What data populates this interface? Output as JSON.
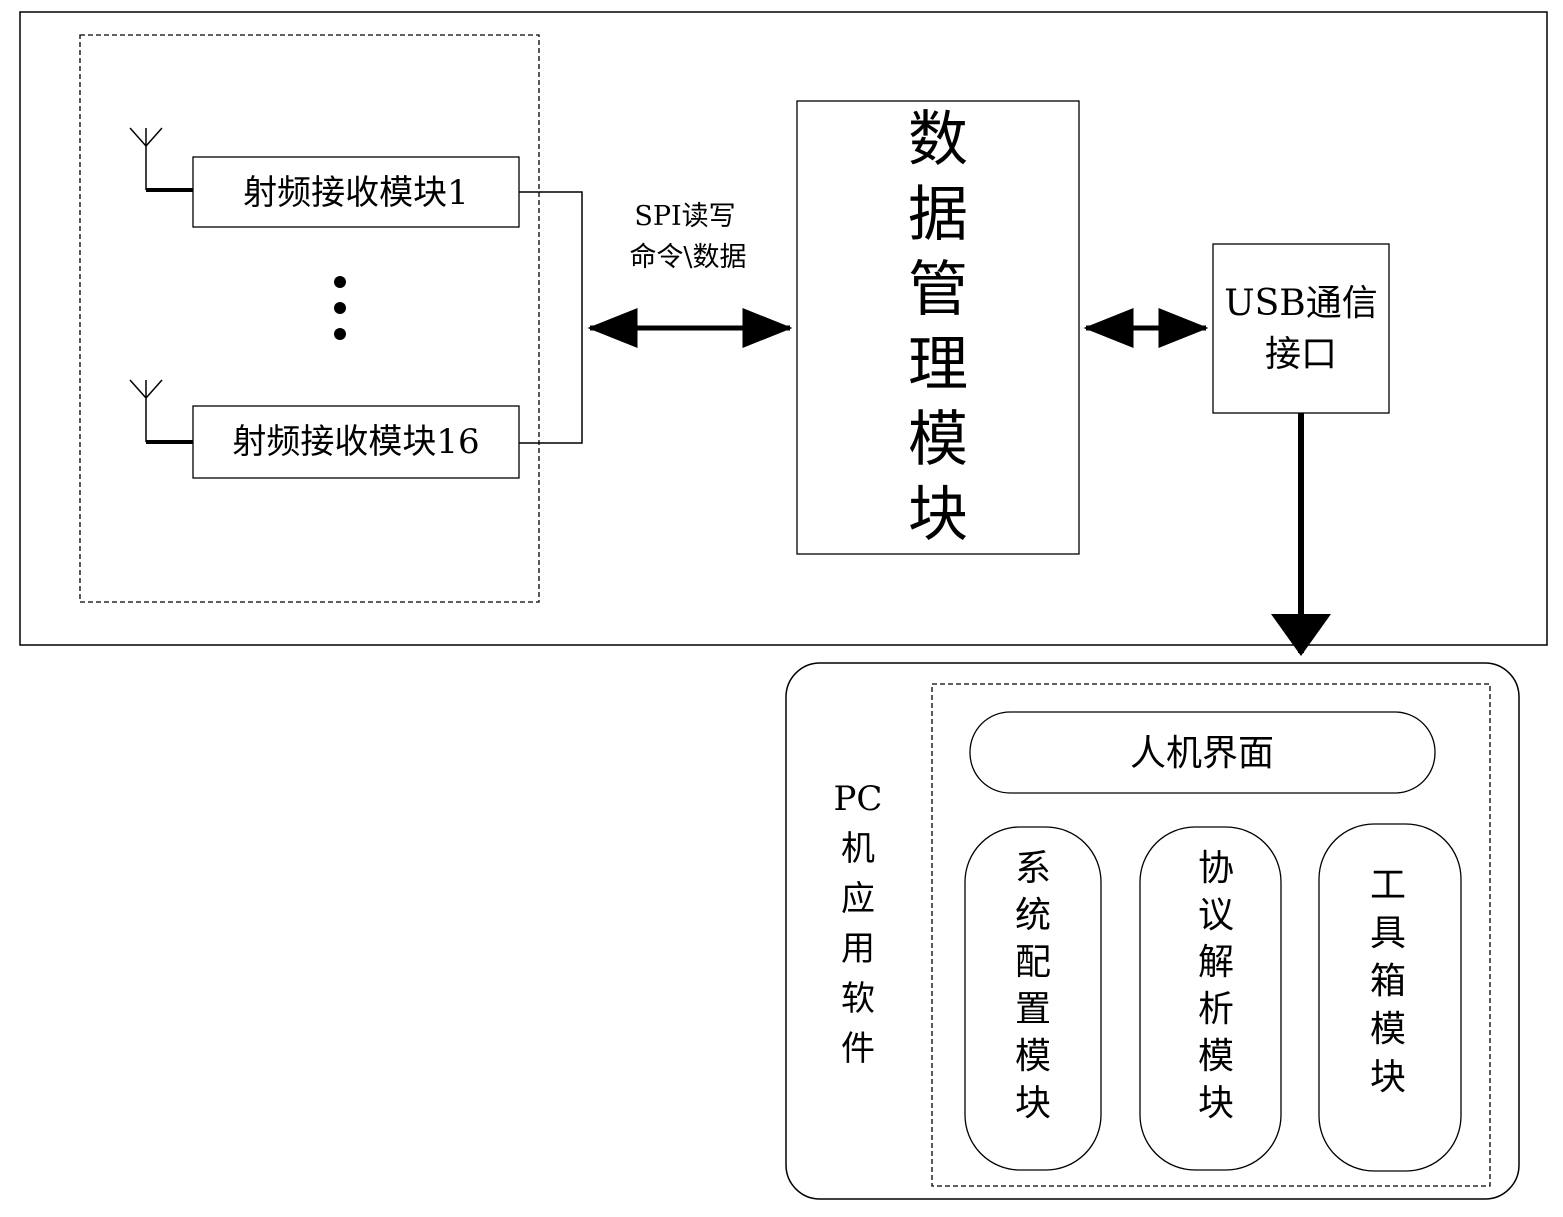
{
  "hardware": {
    "rf_module_first": "射频接收模块1",
    "rf_module_last": "射频接收模块16",
    "spi_label_line1": "SPI读写",
    "spi_label_line2": "命令\\数据",
    "data_mgmt_chars": [
      "数",
      "据",
      "管",
      "理",
      "模",
      "块"
    ],
    "usb_line1": "USB通信",
    "usb_line2": "接口"
  },
  "software": {
    "pc_label_chars": [
      "PC",
      "机",
      "应",
      "用",
      "软",
      "件"
    ],
    "hmi_label": "人机界面",
    "sys_config_chars": [
      "系",
      "统",
      "配",
      "置",
      "模",
      "块"
    ],
    "protocol_chars": [
      "协",
      "议",
      "解",
      "析",
      "模",
      "块"
    ],
    "toolbox_chars": [
      "工",
      "具",
      "箱",
      "模",
      "块"
    ]
  }
}
